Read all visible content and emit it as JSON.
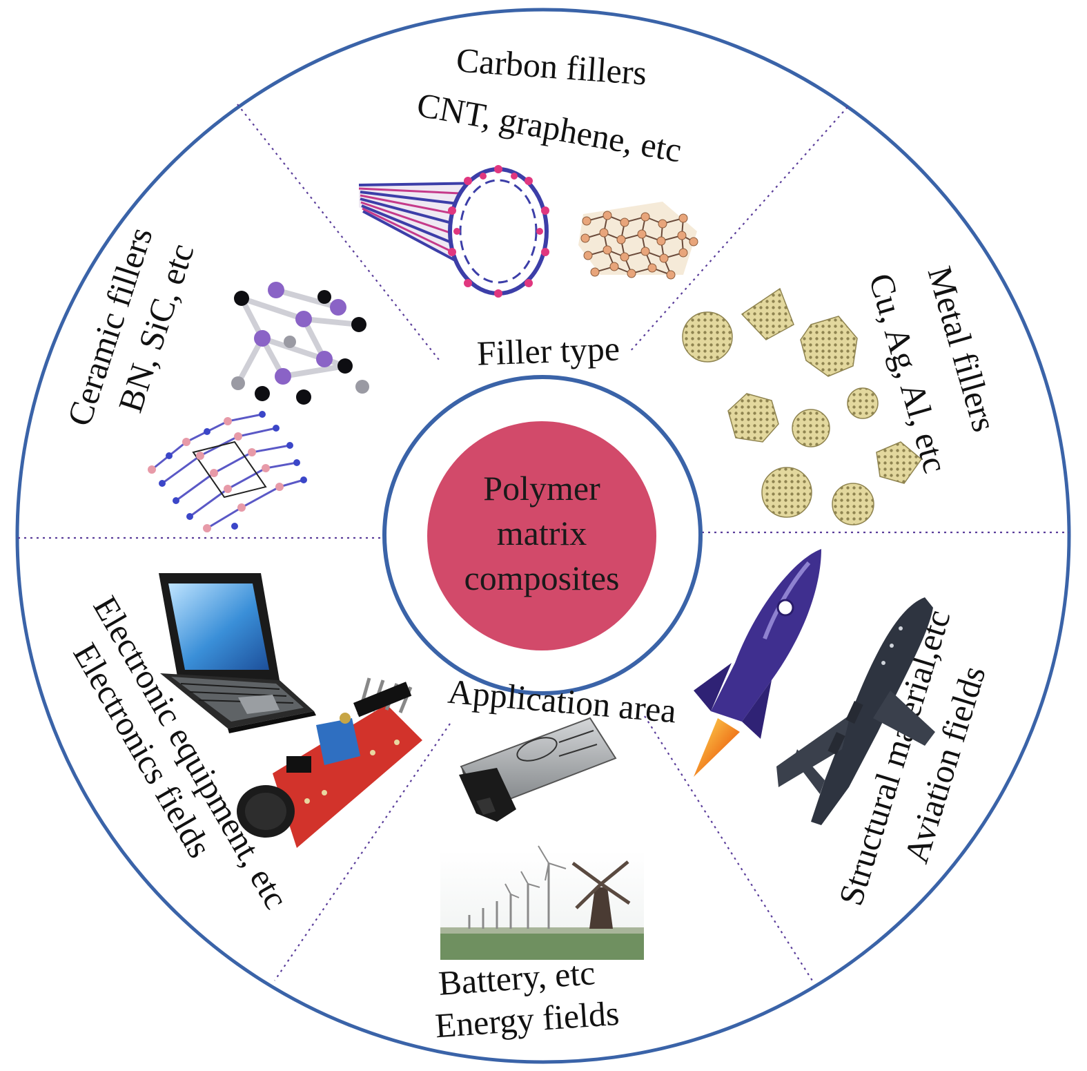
{
  "center": {
    "lines": [
      "Polymer",
      "matrix",
      "composites"
    ],
    "fill": "#d24a6a"
  },
  "ring_color": "#3a63a8",
  "divider_color": "#5a3d9a",
  "rings": {
    "filler_type": "Filler type",
    "application_area": "Application area"
  },
  "segments": {
    "carbon": {
      "title": "Carbon fillers",
      "subtitle": "CNT, graphene, etc"
    },
    "metal": {
      "title": "Metal fillers",
      "subtitle": "Cu, Ag, Al, etc"
    },
    "ceramic": {
      "title": "Ceramic fillers",
      "subtitle": "BN, SiC, etc"
    },
    "electronics": {
      "line1": "Electronic equipment, etc",
      "line2": "Electronics fields"
    },
    "energy": {
      "line1": "Battery, etc",
      "line2": "Energy fields"
    },
    "aviation": {
      "line1": "Structural material,etc",
      "line2": "Aviation fields"
    }
  },
  "illustrations": [
    "carbon-nanotube-icon",
    "graphene-sheet-icon",
    "metal-nanoparticles-icon",
    "ceramic-crystal-icon",
    "bn-lattice-icon",
    "laptop-icon",
    "sensor-board-icon",
    "battery-icon",
    "wind-turbines-icon",
    "rocket-icon",
    "airplane-icon"
  ]
}
